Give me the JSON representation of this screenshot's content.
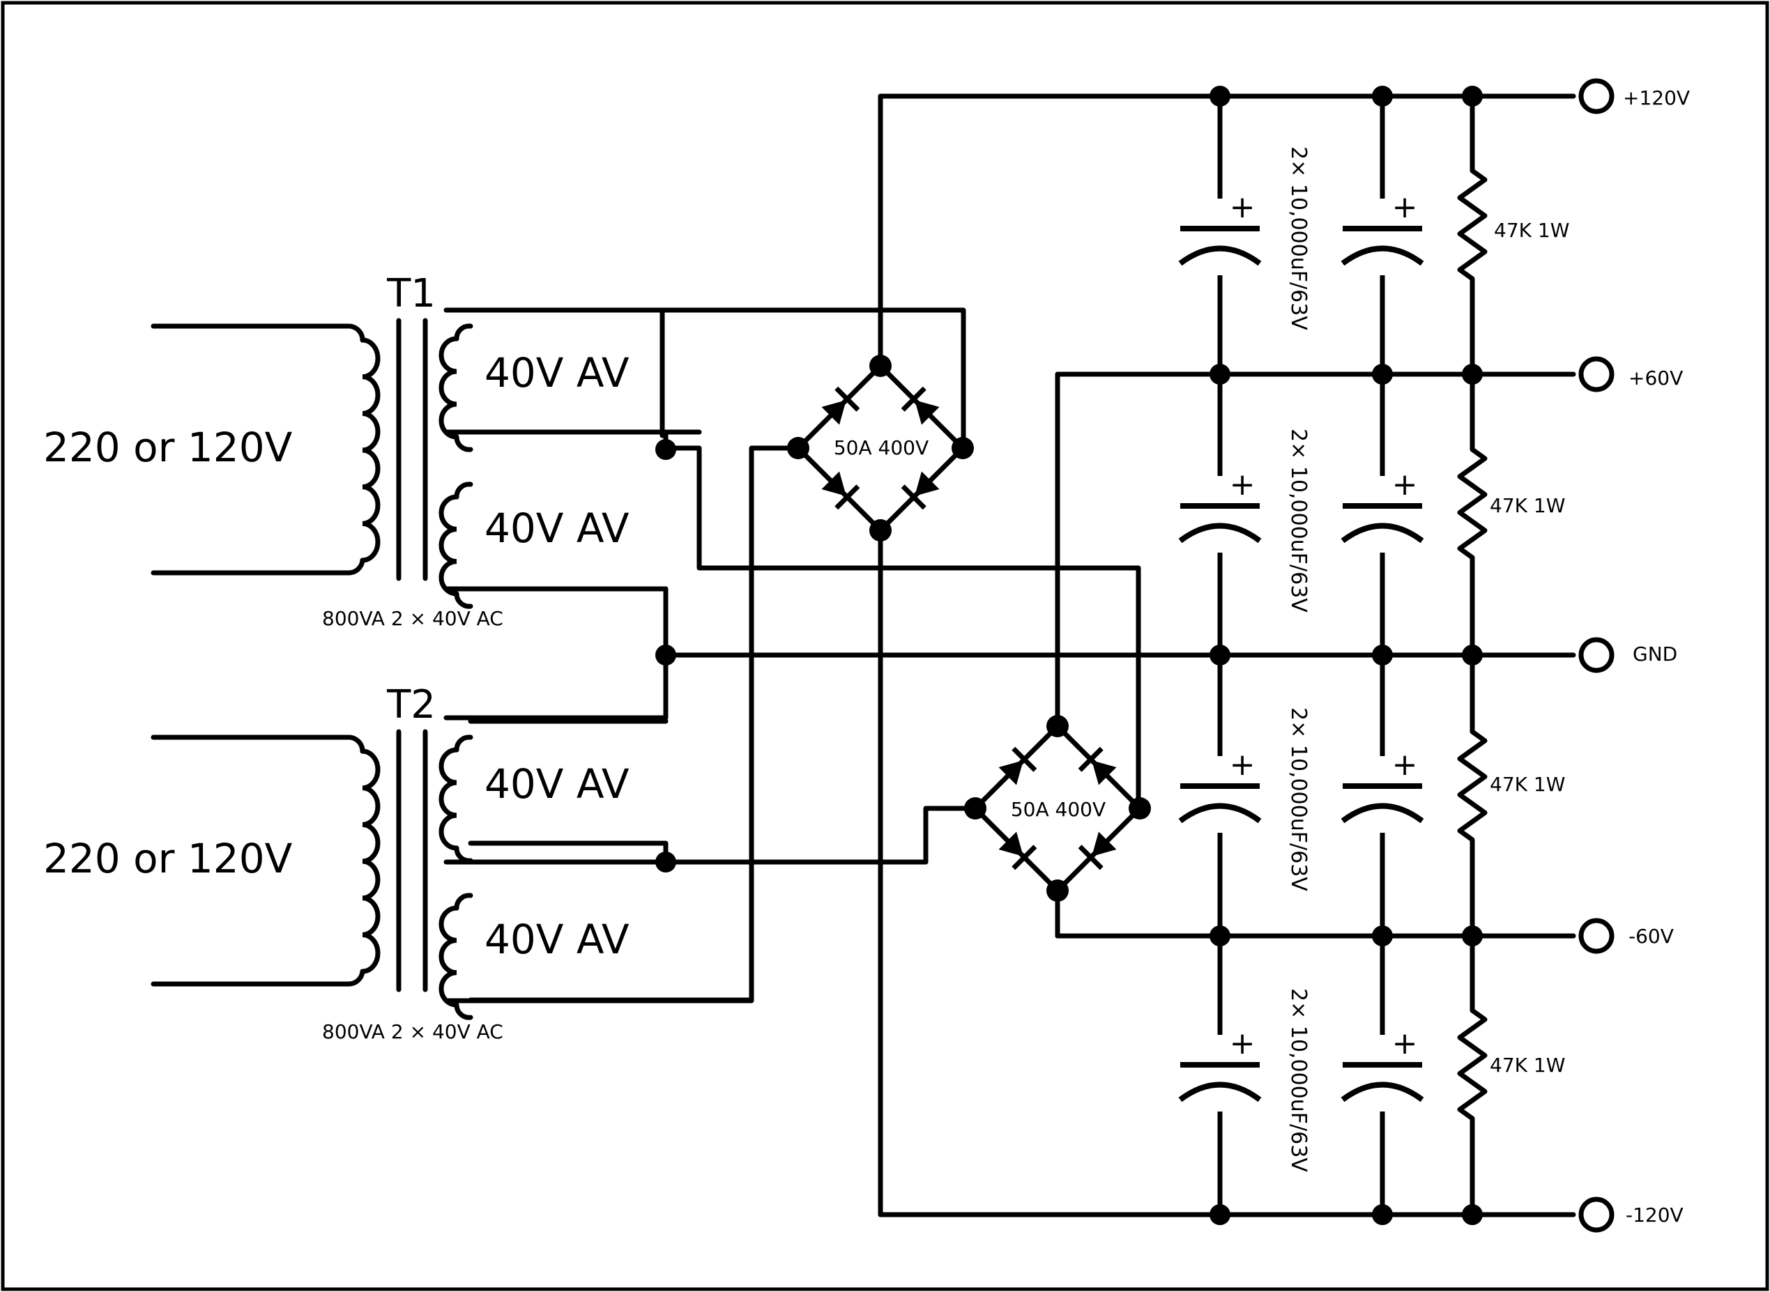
{
  "transformers": [
    {
      "id": "t1",
      "name": "T1",
      "primary_label": "220 or 120V",
      "secondary_labels": [
        "40V AV",
        "40V AV"
      ],
      "rating": "800VA 2 × 40V AC"
    },
    {
      "id": "t2",
      "name": "T2",
      "primary_label": "220 or 120V",
      "secondary_labels": [
        "40V AV",
        "40V AV"
      ],
      "rating": "800VA 2 × 40V AC"
    }
  ],
  "bridges": [
    {
      "id": "br1",
      "label": "50A 400V"
    },
    {
      "id": "br2",
      "label": "50A 400V"
    }
  ],
  "capacitor_groups": [
    {
      "id": "cg1",
      "label": "2× 10,000uF/63V"
    },
    {
      "id": "cg2",
      "label": "2× 10,000uF/63V"
    },
    {
      "id": "cg3",
      "label": "2× 10,000uF/63V"
    },
    {
      "id": "cg4",
      "label": "2× 10,000uF/63V"
    }
  ],
  "capacitor_polarity_mark": "+",
  "resistors": [
    {
      "id": "r1",
      "label": "47K 1W"
    },
    {
      "id": "r2",
      "label": "47K 1W"
    },
    {
      "id": "r3",
      "label": "47K 1W"
    },
    {
      "id": "r4",
      "label": "47K 1W"
    }
  ],
  "rails": [
    {
      "id": "p120",
      "label": "+120V"
    },
    {
      "id": "p60",
      "label": "+60V"
    },
    {
      "id": "gnd",
      "label": "GND"
    },
    {
      "id": "m60",
      "label": "-60V"
    },
    {
      "id": "m120",
      "label": "-120V"
    }
  ],
  "colors": {
    "ink": "#000000",
    "background": "#ffffff"
  }
}
